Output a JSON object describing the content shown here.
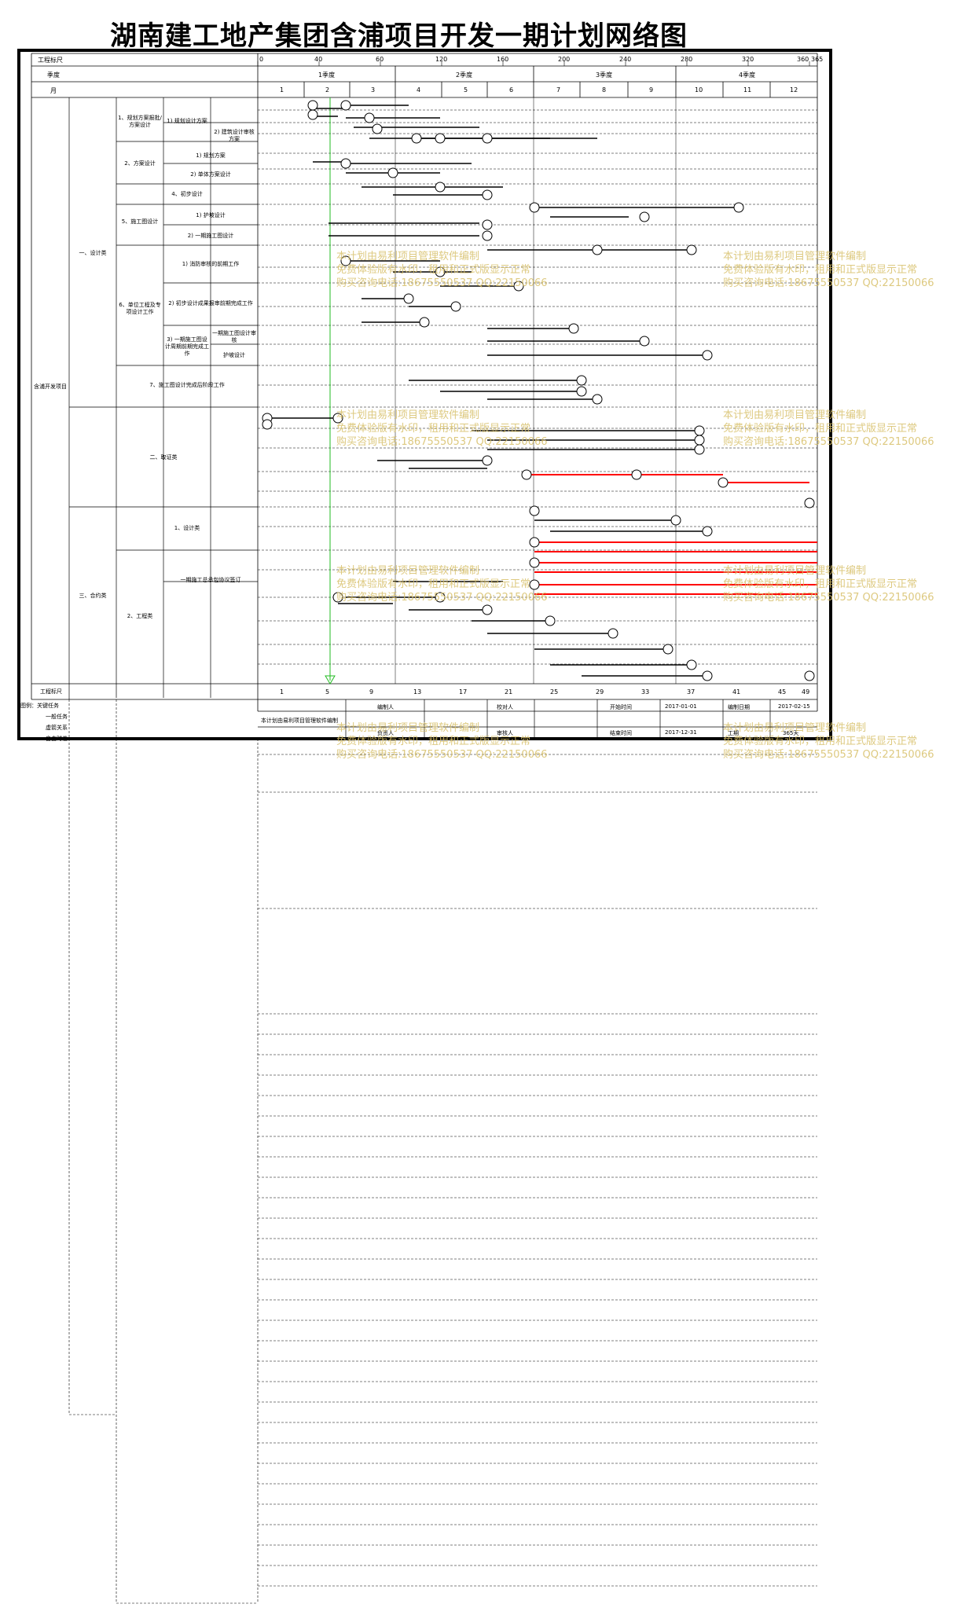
{
  "title": "湖南建工地产集团含浦项目开发一期计划网络图",
  "header": {
    "row_labels": [
      "工程标尺",
      "季度",
      "月"
    ],
    "day_ticks": [
      "0",
      "40",
      "60",
      "120",
      "160",
      "200",
      "240",
      "280",
      "320",
      "360",
      "365"
    ],
    "quarters": [
      "1季度",
      "2季度",
      "3季度",
      "4季度"
    ],
    "months": [
      "1",
      "2",
      "3",
      "4",
      "5",
      "6",
      "7",
      "8",
      "9",
      "10",
      "11",
      "12"
    ]
  },
  "left_tree": {
    "root": "含浦开发项目",
    "groups": [
      {
        "name": "一、设计类",
        "items": [
          "1、规划方案报批/方案设计",
          "1) 规划设计方案",
          "2) 建筑设计审核方案",
          "2、方案设计",
          "1) 规划方案",
          "2) 单体方案设计",
          "4、初步设计",
          "5、施工图设计",
          "1) 护坡设计",
          "2) 一期施工图设计",
          "6、单位工程及专项设计工作",
          "1) 消防审核的前期工作",
          "2) 初步设计成果报审前期完成工作",
          "3) 一期施工图设计周期前期完成工作",
          "一期施工图设计审核",
          "护坡设计",
          "7、施工图设计完成后阶段工作"
        ]
      },
      {
        "name": "二、取证类",
        "items": []
      },
      {
        "name": "三、合约类",
        "items": [
          "1、设计类",
          "2、工程类",
          "一期施工总承包协议签订"
        ]
      }
    ],
    "bottom_label": "工程标尺"
  },
  "legend": [
    "图例：关键任务",
    "一般任务",
    "虚箭关系",
    "自由时差"
  ],
  "bottom_scale": [
    "1",
    "5",
    "9",
    "13",
    "17",
    "21",
    "25",
    "29",
    "33",
    "37",
    "41",
    "45",
    "49"
  ],
  "footer": {
    "made_with": "本计划由易利项目管理软件编制",
    "editor_label": "编制人",
    "checker_label": "校对人",
    "reviewer_label": "负责人",
    "approver_label": "审核人",
    "start_label": "开始时间",
    "start_value": "2017-01-01",
    "end_label": "结束时间",
    "end_value": "2017-12-31",
    "date_label": "编制日期",
    "date_value": "2017-02-15",
    "duration_label": "工期",
    "duration_value": "365天"
  },
  "watermark": {
    "line1": "本计划由易利项目管理软件编制",
    "line2": "免费体验版有水印，租用和正式版显示正常",
    "line3": "购买咨询电话:18675550537 QQ:22150066"
  },
  "colors": {
    "critical": "#ff0000",
    "normal": "#000000",
    "today": "#22bb22",
    "watermark": "#d8c06a"
  }
}
